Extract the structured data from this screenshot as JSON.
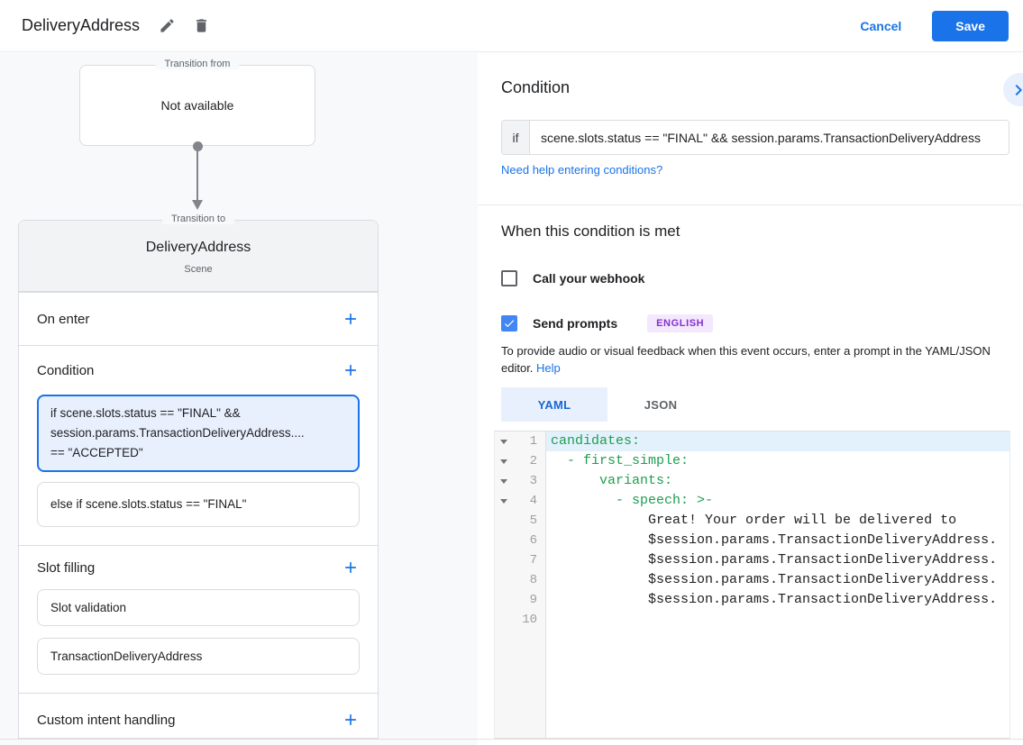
{
  "header": {
    "title": "DeliveryAddress",
    "cancel_label": "Cancel",
    "save_label": "Save"
  },
  "colors": {
    "accent_blue": "#1a73e8",
    "checkbox_blue": "#4285f4",
    "selected_card_bg": "#e8f0fe",
    "code_key_green": "#1e9e50",
    "badge_purple_text": "#8430ce",
    "badge_purple_bg": "#f3e8fd",
    "canvas_gray": "#f8f9fa",
    "active_line_blue": "#e3f1fd"
  },
  "canvas": {
    "transition_from": {
      "legend": "Transition from",
      "value": "Not available"
    },
    "transition_to": {
      "legend": "Transition to",
      "title": "DeliveryAddress",
      "subtitle": "Scene"
    },
    "sections": {
      "on_enter": {
        "label": "On enter"
      },
      "condition": {
        "label": "Condition",
        "selected_card": "if scene.slots.status == \"FINAL\" &&\nsession.params.TransactionDeliveryAddress....\n== \"ACCEPTED\"",
        "else_card": "else if scene.slots.status == \"FINAL\""
      },
      "slot_filling": {
        "label": "Slot filling",
        "cards": [
          "Slot validation",
          "TransactionDeliveryAddress"
        ]
      },
      "custom_intent": {
        "label": "Custom intent handling"
      }
    }
  },
  "condition_panel": {
    "title": "Condition",
    "if_label": "if",
    "if_value": "scene.slots.status == \"FINAL\" && session.params.TransactionDeliveryAddress",
    "help_link": "Need help entering conditions?"
  },
  "when_met": {
    "title": "When this condition is met",
    "webhook_label": "Call your webhook",
    "send_prompts_label": "Send prompts",
    "language_badge": "ENGLISH",
    "description": "To provide audio or visual feedback when this event occurs, enter a prompt in the YAML/JSON editor.",
    "help_label": "Help"
  },
  "editor": {
    "tabs": [
      {
        "label": "YAML"
      },
      {
        "label": "JSON"
      }
    ],
    "lines": [
      {
        "num": "1",
        "text": "candidates:"
      },
      {
        "num": "2",
        "text": "  - first_simple:"
      },
      {
        "num": "3",
        "text": "      variants:"
      },
      {
        "num": "4",
        "text": "        - speech: >-"
      },
      {
        "num": "5",
        "text": "            Great! Your order will be delivered to"
      },
      {
        "num": "6",
        "text": "            $session.params.TransactionDeliveryAddress."
      },
      {
        "num": "7",
        "text": "            $session.params.TransactionDeliveryAddress."
      },
      {
        "num": "8",
        "text": "            $session.params.TransactionDeliveryAddress."
      },
      {
        "num": "9",
        "text": "            $session.params.TransactionDeliveryAddress."
      },
      {
        "num": "10",
        "text": ""
      }
    ]
  }
}
